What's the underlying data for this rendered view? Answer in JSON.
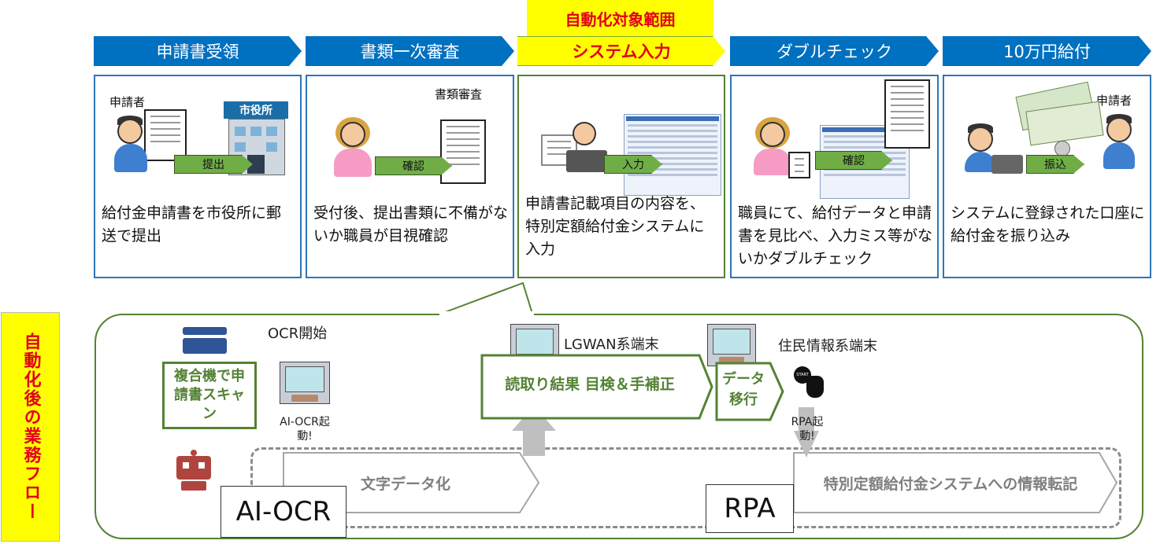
{
  "scope_label": "自動化対象範囲",
  "steps": [
    {
      "title": "申請書受領",
      "desc": "給付金申請書を市役所に郵送で提出",
      "note": "申請者",
      "arrow": "提出",
      "building_sign": "市役所"
    },
    {
      "title": "書類一次審査",
      "desc": "受付後、提出書類に不備がないか職員が目視確認",
      "note": "書類審査",
      "arrow": "確認"
    },
    {
      "title": "システム入力",
      "desc": "申請書記載項目の内容を、特別定額給付金システムに入力",
      "arrow": "入力"
    },
    {
      "title": "ダブルチェック",
      "desc": "職員にて、給付データと申請書を見比べ、入力ミス等がないかダブルチェック",
      "arrow": "確認"
    },
    {
      "title": "10万円給付",
      "desc": "システムに登録された口座に給付金を振り込み",
      "note": "申請者",
      "arrow": "振込"
    }
  ],
  "post_flow": {
    "side_label": "自動化後の業務フロー",
    "scan_box": "複合機で申請書スキャン",
    "ocr_start": "OCR開始",
    "ai_ocr_trigger": "AI-OCR起動!",
    "lgwan_label": "LGWAN系端末",
    "review_box": "読取り結果 目検＆手補正",
    "juumin_label": "住民情報系端末",
    "migrate_box": "データ移行",
    "rpa_trigger": "RPA起動!",
    "start_icon": "START",
    "text_data": "文字データ化",
    "transfer": "特別定額給付金システムへの情報転記",
    "ai_ocr_label": "AI-OCR",
    "rpa_label": "RPA"
  },
  "colors": {
    "blue": "#0070c0",
    "yellow": "#ffff00",
    "red": "#e0001a",
    "green": "#548235",
    "arrow_green": "#70ad47",
    "grey": "#8c8c8c"
  }
}
